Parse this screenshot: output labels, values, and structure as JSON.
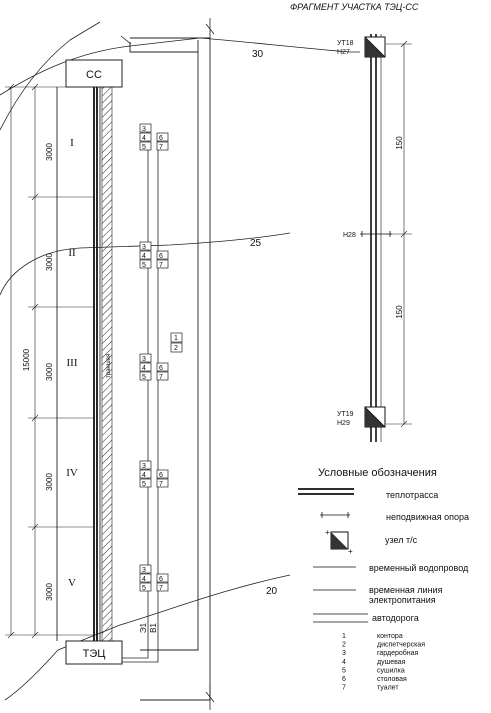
{
  "fragment_title": "ФРАГМЕНТ УЧАСТКА ТЭЦ-СС",
  "end_labels": {
    "top": "СС",
    "bottom": "ТЭЦ"
  },
  "sections": [
    {
      "label": "I",
      "length": "3000"
    },
    {
      "label": "II",
      "length": "3000"
    },
    {
      "label": "III",
      "length": "3000"
    },
    {
      "label": "IV",
      "length": "3000"
    },
    {
      "label": "V",
      "length": "3000"
    }
  ],
  "total_length": "15000",
  "trench_label": "траншея",
  "contours": [
    "30",
    "25",
    "20"
  ],
  "utility_labels": [
    "Э1",
    "В1"
  ],
  "facility_group": {
    "col1": [
      "3",
      "4",
      "5"
    ],
    "col2": [
      "6",
      "7"
    ]
  },
  "office_group": [
    "1",
    "2"
  ],
  "fragment": {
    "node_top": [
      "УТ18",
      "Н27"
    ],
    "node_mid": "Н28",
    "node_bottom": [
      "УТ19",
      "Н29"
    ],
    "span_top": "150",
    "span_bottom": "150"
  },
  "legend": {
    "title": "Условные обозначения",
    "items": [
      {
        "label": "теплотрасса"
      },
      {
        "label": "неподвижная опора"
      },
      {
        "label": "узел т/с"
      },
      {
        "label": "временный водопровод"
      },
      {
        "label": "временная линия электропитания"
      },
      {
        "label": "автодорога"
      }
    ],
    "numbered": [
      {
        "num": "1",
        "label": "контора"
      },
      {
        "num": "2",
        "label": "диспетчерская"
      },
      {
        "num": "3",
        "label": "гардеробная"
      },
      {
        "num": "4",
        "label": "душевая"
      },
      {
        "num": "5",
        "label": "сушилка"
      },
      {
        "num": "6",
        "label": "столовая"
      },
      {
        "num": "7",
        "label": "туалет"
      }
    ]
  }
}
